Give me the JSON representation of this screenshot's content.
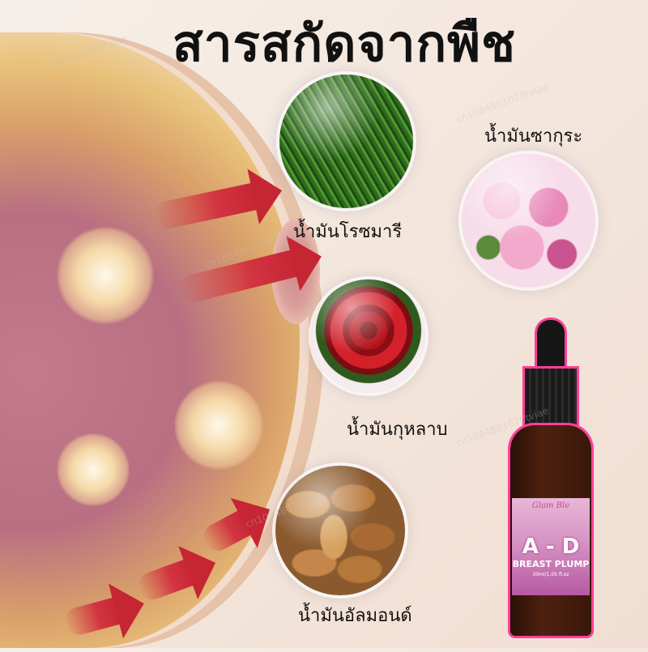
{
  "title": "สารสกัดจากพืช",
  "ingredients": [
    {
      "name": "น้ำมันโรซมารี",
      "icon": "rosemary-image"
    },
    {
      "name": "น้ำมันซากุระ",
      "icon": "sakura-image"
    },
    {
      "name": "น้ำมันกุหลาบ",
      "icon": "rose-image"
    },
    {
      "name": "น้ำมันอัลมอนด์",
      "icon": "almond-image"
    }
  ],
  "product": {
    "brand": "Glam Ble",
    "model": "A - D",
    "name": "BREAST PLUMP",
    "volume": "30ml/1.05 fl.oz"
  },
  "watermark": "cn1084801070tviae",
  "colors": {
    "accent": "#d23440",
    "bottle_outline": "#ff3f9a",
    "label_pink": "#d793c4"
  }
}
